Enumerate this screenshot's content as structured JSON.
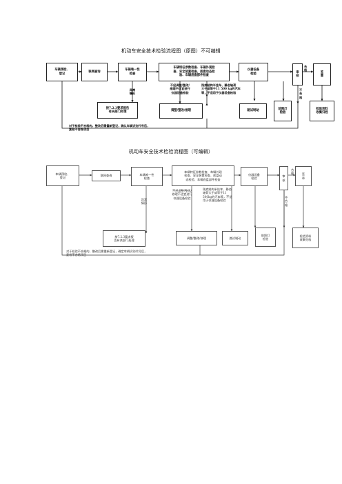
{
  "diagram1": {
    "title": "机动车安全技术检验流程图（原图）不可编辑",
    "boxes": {
      "register": "车辆预检、\n登记",
      "online": "联网查询",
      "unique": "车辆唯一性\n检查",
      "features": "车辆特征参数检查、车辆外观检\n查、安全装置检查，底盘动态检\n验、车辆底盘部件检查",
      "instrument": "仪器设备\n检验",
      "review": "审\n核",
      "issue": "签\n章",
      "report": "按7.2.3要求报告\n有关部门处理",
      "adjust": "调整/整改/维理",
      "road": "路试制动",
      "light": "前照灯\n检验",
      "archive": "检验资料\n收集归档"
    },
    "labels": {
      "abnormal": "异常\n情形",
      "no_adjust": "不经调整/整改/\n维理不适宜进行\n仪器设备检验",
      "special": "残疾结构半挂车、静态轴荷\n大于或等于11 500 kg的汽车\n等，不适用于仪器设备检验",
      "pass": "合格",
      "fail": "不合格",
      "feedback": "对于检验不合格的，整改后需重新登记，确认车辆识别代号后，\n复检不合格项目"
    }
  },
  "diagram2": {
    "title": "机动车安全技术检验流程图（可编辑）",
    "boxes": {
      "register": "车辆预检、\n登记",
      "online": "联网查询",
      "unique": "车辆唯一性\n检查",
      "features": "车辆特征参数检查、车辆外观\n检查、安全装置检查、底盘动\n态检验、车辆底盘部件检查",
      "instrument": "仪器设备\n检验",
      "review": "审\n核",
      "issue": "签\n章",
      "report": "按7.2.3要求报\n告有关部门处理",
      "adjust": "调整/整改/修理",
      "road": "路试制动",
      "light": "前照灯\n检验",
      "archive": "检验资料\n收集归档"
    },
    "labels": {
      "abnormal": "异常\n情形",
      "no_adjust": "不经调整/整改/\n修理不适宜进行\n仪器设备检验",
      "special": "残疾结构半挂车、静态\n轴荷大于或等于11\n500kg的汽车等，不适\n用于仪器设备检验",
      "pass": "合格",
      "fail": "不合格",
      "feedback": "对于检验不合格的，整改后需重新登记，确定车辆识别代号后，\n复检不合格项目"
    }
  }
}
